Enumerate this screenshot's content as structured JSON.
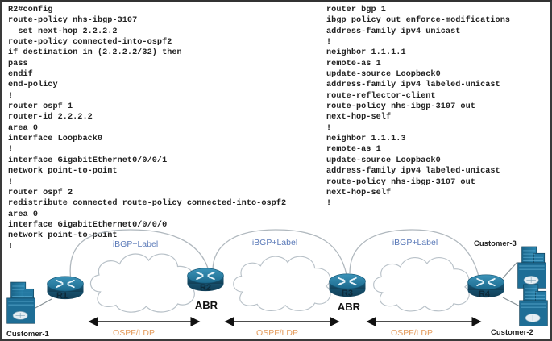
{
  "config_left": {
    "lines": [
      "R2#config",
      "route-policy nhs-ibgp-3107",
      "  set next-hop 2.2.2.2",
      "route-policy connected-into-ospf2",
      "if destination in (2.2.2.2/32) then",
      "pass",
      "endif",
      "end-policy",
      "!",
      "router ospf 1",
      "router-id 2.2.2.2",
      "area 0",
      "interface Loopback0",
      "!",
      "interface GigabitEthernet0/0/0/1",
      "network point-to-point",
      "!",
      "router ospf 2",
      "redistribute connected route-policy connected-into-ospf2",
      "area 0",
      "interface GigabitEthernet0/0/0/0",
      "network point-to-point",
      "!"
    ]
  },
  "config_right": {
    "lines": [
      "router bgp 1",
      "ibgp policy out enforce-modifications",
      "address-family ipv4 unicast",
      "!",
      "neighbor 1.1.1.1",
      "remote-as 1",
      "update-source Loopback0",
      "address-family ipv4 labeled-unicast",
      "route-reflector-client",
      "route-policy nhs-ibgp-3107 out",
      "next-hop-self",
      "!",
      "neighbor 1.1.1.3",
      "remote-as 1",
      "update-source Loopback0",
      "address-family ipv4 labeled-unicast",
      "route-policy nhs-ibgp-3107 out",
      "next-hop-self",
      "!"
    ]
  },
  "diagram": {
    "routers": [
      {
        "name": "R1",
        "role": ""
      },
      {
        "name": "R2",
        "role": "ABR"
      },
      {
        "name": "R3",
        "role": "ABR"
      },
      {
        "name": "R4",
        "role": ""
      }
    ],
    "sessions": [
      {
        "label": "iBGP+Label",
        "from": "R1",
        "to": "R2"
      },
      {
        "label": "iBGP+Label",
        "from": "R2",
        "to": "R3"
      },
      {
        "label": "iBGP+Label",
        "from": "R3",
        "to": "R4"
      }
    ],
    "igp_segments": [
      {
        "label": "OSPF/LDP",
        "from": "R1",
        "to": "R2"
      },
      {
        "label": "OSPF/LDP",
        "from": "R2",
        "to": "R3"
      },
      {
        "label": "OSPF/LDP",
        "from": "R3",
        "to": "R4"
      }
    ],
    "customers": [
      {
        "name": "Customer-1",
        "attached_to": "R1"
      },
      {
        "name": "Customer-3",
        "attached_to": "R4"
      },
      {
        "name": "Customer-2",
        "attached_to": "R4"
      }
    ],
    "colors": {
      "ibgp_label": "#5b7ab8",
      "ospf_label": "#e39a5a",
      "router_body": "#1f6f94",
      "building": "#1e6e96"
    }
  }
}
